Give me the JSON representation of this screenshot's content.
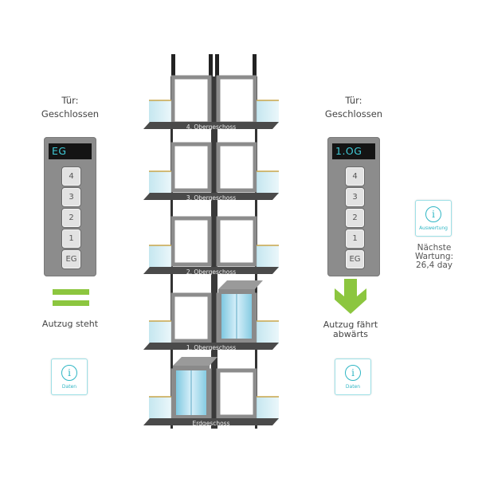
{
  "left": {
    "door_label": "Tür:",
    "door_state": "Geschlossen",
    "display": "EG",
    "floor_buttons": [
      "4",
      "3",
      "2",
      "1",
      "EG"
    ],
    "status_text": "Autzug steht",
    "status_icon": "equals-icon",
    "info_caption": "Daten"
  },
  "right": {
    "door_label": "Tür:",
    "door_state": "Geschlossen",
    "display": "1.OG",
    "floor_buttons": [
      "4",
      "3",
      "2",
      "1",
      "EG"
    ],
    "status_text_line1": "Autzug fährt",
    "status_text_line2": "abwärts",
    "status_icon": "arrow-down-icon",
    "info_caption": "Daten"
  },
  "evaluation": {
    "info_caption": "Auswertung",
    "maintenance_line1": "Nächste",
    "maintenance_line2": "Wartung:",
    "maintenance_value": "26,4 day"
  },
  "shaft": {
    "floors": [
      "4. Obergeschoss",
      "3. Obergeschoss",
      "2. Obergeschoss",
      "1. Obergeschoss",
      "Erdgeschoss"
    ],
    "left_car_floor": "Erdgeschoss",
    "right_car_floor": "1. Obergeschoss"
  },
  "colors": {
    "accent_cyan": "#2fb6c4",
    "status_green": "#8cc63f",
    "panel_gray": "#8c8c8c",
    "display_bg": "#141414"
  }
}
